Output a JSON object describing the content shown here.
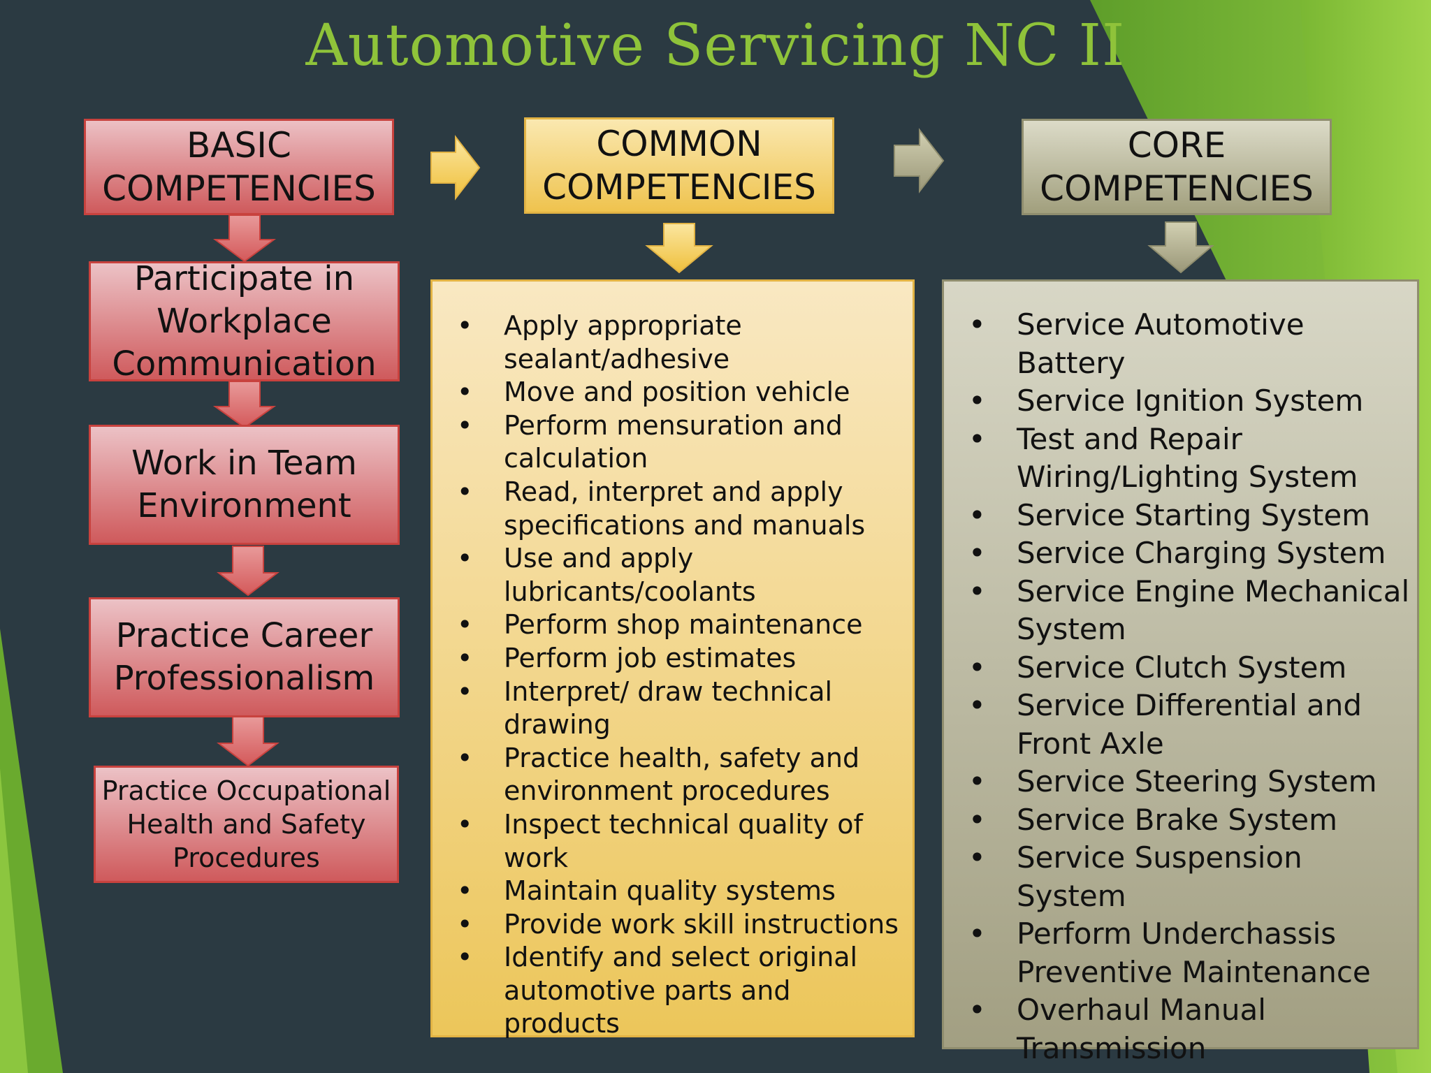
{
  "title": "Automotive Servicing NC II",
  "colors": {
    "title_green": "#8fc33a",
    "background": "#2b3a42",
    "basic_red": "#d4595a",
    "common_gold": "#efc34e",
    "core_olive": "#a19f7d"
  },
  "headers": {
    "basic": "BASIC\nCOMPETENCIES",
    "common": "COMMON\nCOMPETENCIES",
    "core": "CORE\nCOMPETENCIES"
  },
  "basic_items": [
    "Participate in\nWorkplace\nCommunication",
    "Work in Team\nEnvironment",
    "Practice Career\nProfessionalism",
    "Practice Occupational\nHealth and Safety\nProcedures"
  ],
  "common_items": [
    "Apply appropriate\nsealant/adhesive",
    "Move and position vehicle",
    "Perform mensuration and\ncalculation",
    "Read, interpret and apply\nspecifications and manuals",
    "Use and apply\nlubricants/coolants",
    "Perform shop maintenance",
    "Perform job estimates",
    "Interpret/ draw technical\ndrawing",
    "Practice health, safety and\nenvironment procedures",
    "Inspect technical quality of work",
    "Maintain quality systems",
    "Provide work skill instructions",
    "Identify and select original\nautomotive parts and products"
  ],
  "core_items": [
    "Service Automotive Battery",
    "Service Ignition System",
    "Test and Repair\nWiring/Lighting System",
    "Service Starting System",
    "Service Charging System",
    "Service Engine Mechanical\nSystem",
    "Service Clutch System",
    "Service Differential and\nFront Axle",
    "Service Steering System",
    "Service Brake System",
    "Service Suspension System",
    " Perform Underchassis\nPreventive Maintenance",
    "Overhaul Manual\nTransmission"
  ]
}
